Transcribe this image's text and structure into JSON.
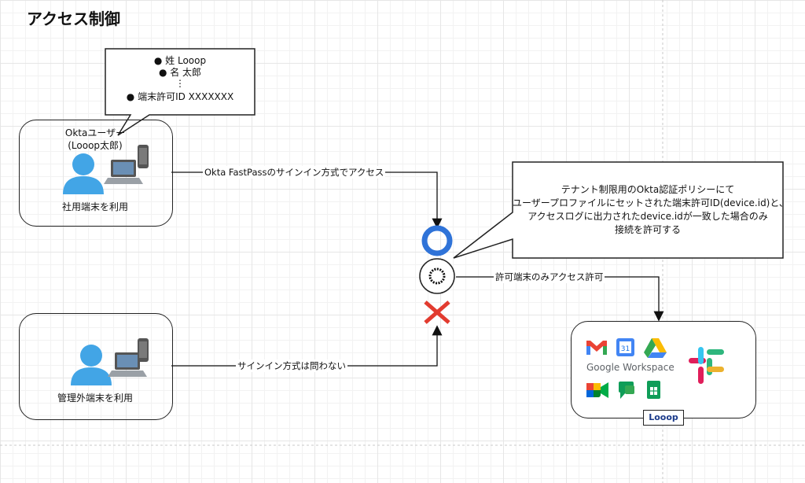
{
  "title": "アクセス制御",
  "okta_user": {
    "line1": "Oktaユーザー",
    "line2": "(Looop太郎)",
    "device_label": "社用端末を利用"
  },
  "unmanaged": {
    "device_label": "管理外端末を利用"
  },
  "profile_callout": {
    "items": [
      "● 姓 Looop",
      "● 名 太郎",
      "⋮",
      "● 端末許可ID XXXXXXX"
    ]
  },
  "policy_callout": {
    "lines": [
      "テナント制限用のOkta認証ポリシーにて",
      "ユーザープロファイルにセットされた端末許可ID(device.id)と、",
      "アクセスログに出力されたdevice.idが一致した場合のみ",
      "接続を許可する"
    ]
  },
  "edges": {
    "fastpass": "Okta FastPassのサインイン方式でアクセス",
    "any_signin": "サインイン方式は問わない",
    "allowed_only": "許可端末のみアクセス許可"
  },
  "services": {
    "workspace": "Google Workspace",
    "brand": "Looop"
  },
  "icons": [
    "person-icon",
    "laptop-icon",
    "smartphone-icon",
    "okta-icon",
    "allow-circle-icon",
    "deny-cross-icon",
    "gmail-icon",
    "calendar-icon",
    "drive-icon",
    "meet-icon",
    "chat-icon",
    "sheets-icon",
    "slack-icon"
  ],
  "colors": {
    "person": "#42a5e6",
    "allow": "#2f73d8",
    "deny": "#e23b2f"
  }
}
